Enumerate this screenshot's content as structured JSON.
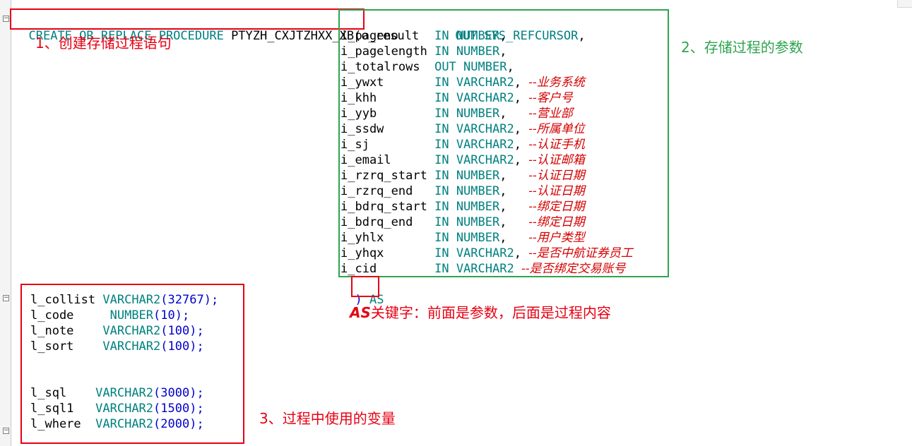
{
  "editor": {
    "header": {
      "kw_create": "CREATE OR REPLACE PROCEDURE",
      "proc_name": " PTYZH_CXJTZHXX_XB",
      "open_paren": "(",
      "first_param": "o_result",
      "first_mode": "OUT SYS_REFCURSOR",
      "first_comma": ","
    },
    "params": [
      {
        "name": "i_pageno",
        "mode": "IN",
        "type": "NUMBER",
        "sep": ",",
        "comment": ""
      },
      {
        "name": "i_pagelength",
        "mode": "IN",
        "type": "NUMBER",
        "sep": ",",
        "comment": ""
      },
      {
        "name": "i_totalrows",
        "mode": "OUT",
        "type": "NUMBER",
        "sep": ",",
        "comment": ""
      },
      {
        "name": "i_ywxt",
        "mode": "IN",
        "type": "VARCHAR2",
        "sep": ",",
        "comment": "--业务系统"
      },
      {
        "name": "i_khh",
        "mode": "IN",
        "type": "VARCHAR2",
        "sep": ",",
        "comment": "--客户号"
      },
      {
        "name": "i_yyb",
        "mode": "IN",
        "type": "NUMBER",
        "sep": ",",
        "comment": "--营业部"
      },
      {
        "name": "i_ssdw",
        "mode": "IN",
        "type": "VARCHAR2",
        "sep": ",",
        "comment": "--所属单位"
      },
      {
        "name": "i_sj",
        "mode": "IN",
        "type": "VARCHAR2",
        "sep": ",",
        "comment": "--认证手机"
      },
      {
        "name": "i_email",
        "mode": "IN",
        "type": "VARCHAR2",
        "sep": ",",
        "comment": "--认证邮箱"
      },
      {
        "name": "i_rzrq_start",
        "mode": "IN",
        "type": "NUMBER",
        "sep": ",",
        "comment": "--认证日期"
      },
      {
        "name": "i_rzrq_end",
        "mode": "IN",
        "type": "NUMBER",
        "sep": ",",
        "comment": "--认证日期"
      },
      {
        "name": "i_bdrq_start",
        "mode": "IN",
        "type": "NUMBER",
        "sep": ",",
        "comment": "--绑定日期"
      },
      {
        "name": "i_bdrq_end",
        "mode": "IN",
        "type": "NUMBER",
        "sep": ",",
        "comment": "--绑定日期"
      },
      {
        "name": "i_yhlx",
        "mode": "IN",
        "type": "NUMBER",
        "sep": ",",
        "comment": "--用户类型"
      },
      {
        "name": "i_yhqx",
        "mode": "IN",
        "type": "VARCHAR2",
        "sep": ",",
        "comment": "--是否中航证券员工"
      },
      {
        "name": "i_cid",
        "mode": "IN",
        "type": "VARCHAR2",
        "sep": "",
        "comment": "--是否绑定交易账号"
      }
    ],
    "close_paren": ")",
    "as_keyword": "AS",
    "variables": [
      {
        "name": "l_collist",
        "type": "VARCHAR2",
        "size": "32767"
      },
      {
        "name": "l_code",
        "type": "NUMBER",
        "size": "10"
      },
      {
        "name": "l_note",
        "type": "VARCHAR2",
        "size": "100"
      },
      {
        "name": "l_sort",
        "type": "VARCHAR2",
        "size": "100"
      },
      {
        "name": "l_sql",
        "type": "VARCHAR2",
        "size": "3000"
      },
      {
        "name": "l_sql1",
        "type": "VARCHAR2",
        "size": "1500"
      },
      {
        "name": "l_where",
        "type": "VARCHAR2",
        "size": "2000"
      }
    ],
    "fold_markers": [
      "−",
      "−",
      "−"
    ]
  },
  "annotations": {
    "note1": "1、创建存储过程语句",
    "note2": "2、存储过程的参数",
    "note_as_kw": "AS",
    "note_as_rest": "关键字：前面是参数，后面是过程内容",
    "note3": "3、过程中使用的变量"
  },
  "colors": {
    "keyword": "#008080",
    "type": "#0000cc",
    "comment": "#d40000",
    "annotation_red": "#e60012",
    "annotation_green": "#2ea44f"
  }
}
